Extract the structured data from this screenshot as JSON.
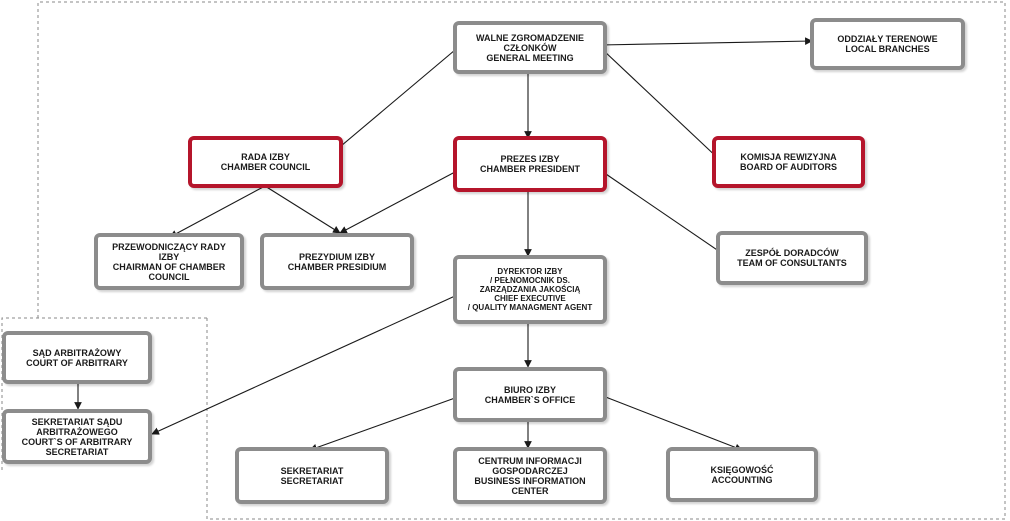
{
  "diagram": {
    "nodes": {
      "general_meeting": "WALNE ZGROMADZENIE\nCZŁONKÓW\nGENERAL MEETING",
      "local_branches": "ODDZIAŁY TERENOWE\nLOCAL BRANCHES",
      "chamber_council": "RADA IZBY\nCHAMBER COUNCIL",
      "chamber_president": "PREZES IZBY\nCHAMBER PRESIDENT",
      "board_of_auditors": "KOMISJA REWIZYJNA\nBOARD OF AUDITORS",
      "chairman_of_council": "PRZEWODNICZĄCY RADY\nIZBY\nCHAIRMAN OF CHAMBER\nCOUNCIL",
      "chamber_presidium": "PREZYDIUM IZBY\nCHAMBER PRESIDIUM",
      "chief_executive": "DYREKTOR IZBY\n/ PEŁNOMOCNIK DS.\nZARZĄDZANIA JAKOŚCIĄ\nCHIEF EXECUTIVE\n/ QUALITY MANAGMENT AGENT",
      "team_of_consultants": "ZESPÓŁ DORADCÓW\nTEAM OF CONSULTANTS",
      "court_of_arbitrary": "SĄD ARBITRAŻOWY\nCOURT OF ARBITRARY",
      "court_secretariat": "SEKRETARIAT SĄDU\nARBITRAŻOWEGO\nCOURT`S OF ARBITRARY\nSECRETARIAT",
      "chambers_office": "BIURO IZBY\nCHAMBER`S OFFICE",
      "secretariat": "SEKRETARIAT\nSECRETARIAT",
      "business_information_center": "CENTRUM INFORMACJI\nGOSPODARCZEJ\nBUSINESS INFORMATION\nCENTER",
      "accounting": "KSIĘGOWOŚĆ\nACCOUNTING"
    },
    "colors": {
      "box_border": "#8c8c8c",
      "highlight_border": "#b5152b",
      "connector": "#1a1a1a",
      "dashed_frame": "#8a8a8a"
    }
  }
}
